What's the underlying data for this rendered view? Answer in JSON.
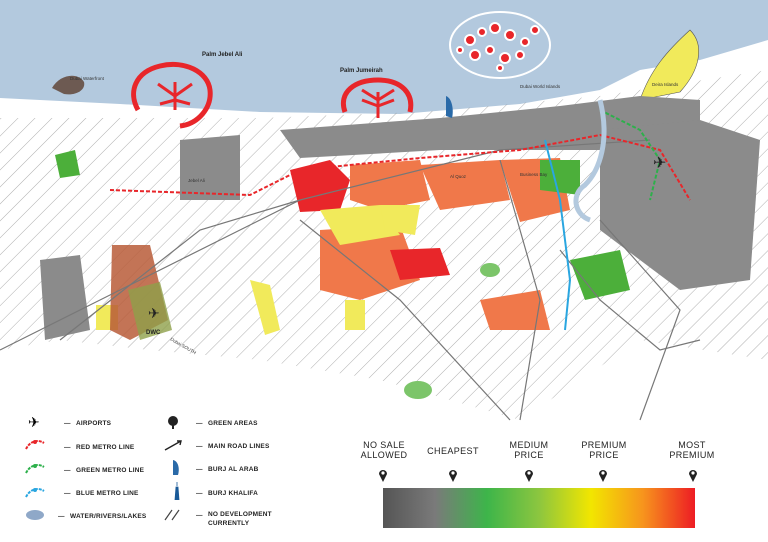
{
  "map": {
    "labels": {
      "palm_jebel_ali": "Palm Jebel Ali",
      "palm_jumeirah": "Palm Jumeirah",
      "dubai_waterfront": "Dubai Waterfront",
      "world_islands": "Dubai World Islands",
      "al_quoz": "Al Quoz",
      "dwc": "DWC",
      "dubai_south": "Dubai SOUTH",
      "jebel_ali": "Jebel Ali",
      "business_bay": "Business Bay",
      "deira_islands": "Deira Islands"
    },
    "colors": {
      "sea": "#b3c9de",
      "land": "#ffffff",
      "palm": "#e8262a",
      "gray": "#8b8b8b",
      "green": "#4caf3a",
      "yellow": "#f1ea5b",
      "orange": "#f0784a",
      "red": "#e8262a",
      "metro_green": "#2db04b",
      "metro_blue": "#2aa6e0"
    }
  },
  "legend": {
    "airports": "AIRPORTS",
    "red_metro": "RED METRO LINE",
    "green_metro": "GREEN METRO LINE",
    "blue_metro": "BLUE METRO LINE",
    "water": "WATER/RIVERS/LAKES",
    "green_areas": "GREEN AREAS",
    "main_roads": "MAIN ROAD LINES",
    "burj_al_arab": "BURJ AL ARAB",
    "burj_khalifa": "BURJ KHALIFA",
    "no_development": "NO DEVELOPMENT CURRENTLY",
    "dash": "—"
  },
  "price_scale": {
    "labels": [
      "NO SALE ALLOWED",
      "CHEAPEST",
      "MEDIUM PRICE",
      "PREMIUM PRICE",
      "MOST PREMIUM"
    ],
    "gradient": [
      "#555555",
      "#7a7a7a",
      "#3db54a",
      "#8cc63f",
      "#f2e600",
      "#f7941d",
      "#ed1c24"
    ]
  }
}
